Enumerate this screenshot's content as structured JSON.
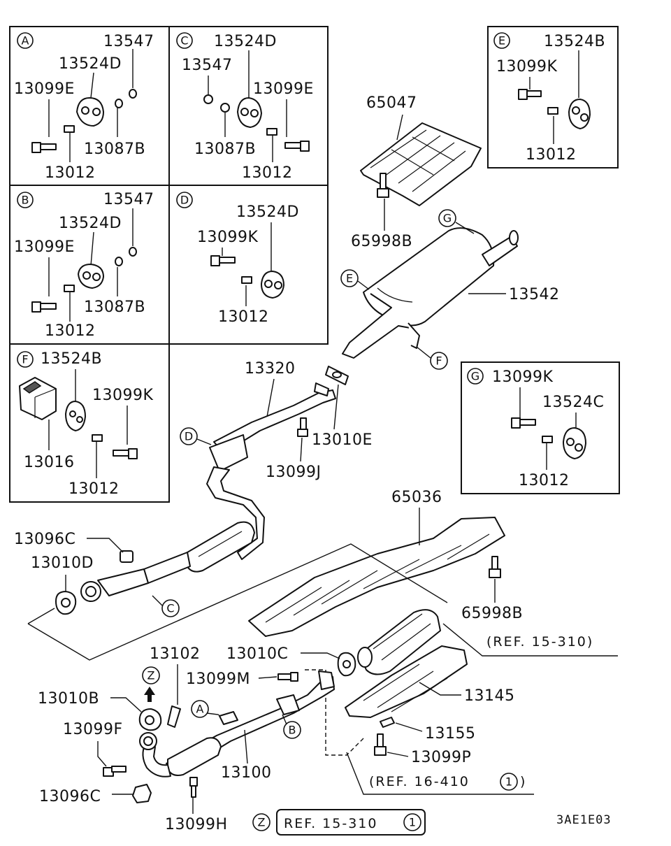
{
  "callouts": {
    "A": "A",
    "B": "B",
    "C": "C",
    "D": "D",
    "E": "E",
    "F": "F",
    "G": "G",
    "Z": "Z",
    "one": "1"
  },
  "inset_a": {
    "parts": [
      "13547",
      "13524D",
      "13099E",
      "13087B",
      "13012"
    ]
  },
  "inset_b": {
    "parts": [
      "13547",
      "13524D",
      "13099E",
      "13087B",
      "13012"
    ]
  },
  "inset_c": {
    "parts": [
      "13524D",
      "13547",
      "13099E",
      "13087B",
      "13012"
    ]
  },
  "inset_d": {
    "parts": [
      "13524D",
      "13099K",
      "13012"
    ]
  },
  "inset_e": {
    "parts": [
      "13524B",
      "13099K",
      "13012"
    ]
  },
  "inset_f": {
    "parts": [
      "13524B",
      "13099K",
      "13016",
      "13012"
    ]
  },
  "inset_g": {
    "parts": [
      "13099K",
      "13524C",
      "13012"
    ]
  },
  "main_parts": {
    "heat_protector_rear": "65047",
    "bolt_65998b_top": "65998B",
    "muffler": "13542",
    "center_pipe": "13320",
    "gasket_13010e": "13010E",
    "bolt_13099j": "13099J",
    "heat_protector_center": "65036",
    "bolt_65998b_mid": "65998B",
    "nut_13096c_top": "13096C",
    "gasket_13010d": "13010D",
    "bracket_13102": "13102",
    "gasket_13010c": "13010C",
    "bolt_13099m": "13099M",
    "gasket_13010b": "13010B",
    "bolt_13099f": "13099F",
    "front_pipe": "13100",
    "catalyst_cover": "13145",
    "bracket_13155": "13155",
    "bolt_13099p": "13099P",
    "nut_13096c_bottom": "13096C",
    "bolt_13099h": "13099H"
  },
  "references": {
    "ref_15_310_side": "(REF. 15-310)",
    "ref_16_410_prefix": "(REF. 16-410",
    "ref_16_410_suffix": ")",
    "ref_15_310_bottom": "REF. 15-310"
  },
  "diagram_code": "3AE1E03"
}
